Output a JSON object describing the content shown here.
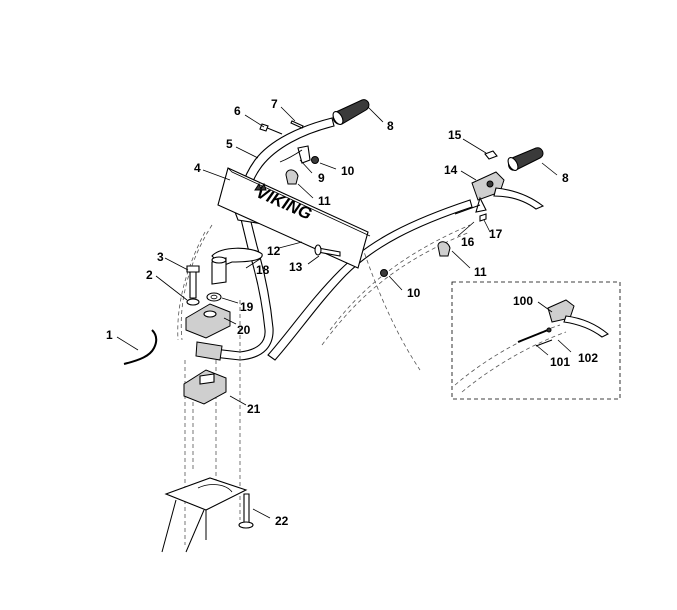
{
  "brand": {
    "logo_text": "VIKING"
  },
  "callouts": {
    "c1": "1",
    "c2": "2",
    "c3": "3",
    "c4": "4",
    "c5": "5",
    "c6": "6",
    "c7": "7",
    "c8a": "8",
    "c8b": "8",
    "c9": "9",
    "c10a": "10",
    "c10b": "10",
    "c11a": "11",
    "c11b": "11",
    "c12": "12",
    "c13": "13",
    "c14": "14",
    "c15": "15",
    "c16": "16",
    "c17": "17",
    "c18": "18",
    "c19": "19",
    "c20": "20",
    "c21": "21",
    "c22": "22",
    "c100": "100",
    "c101": "101",
    "c102": "102"
  }
}
